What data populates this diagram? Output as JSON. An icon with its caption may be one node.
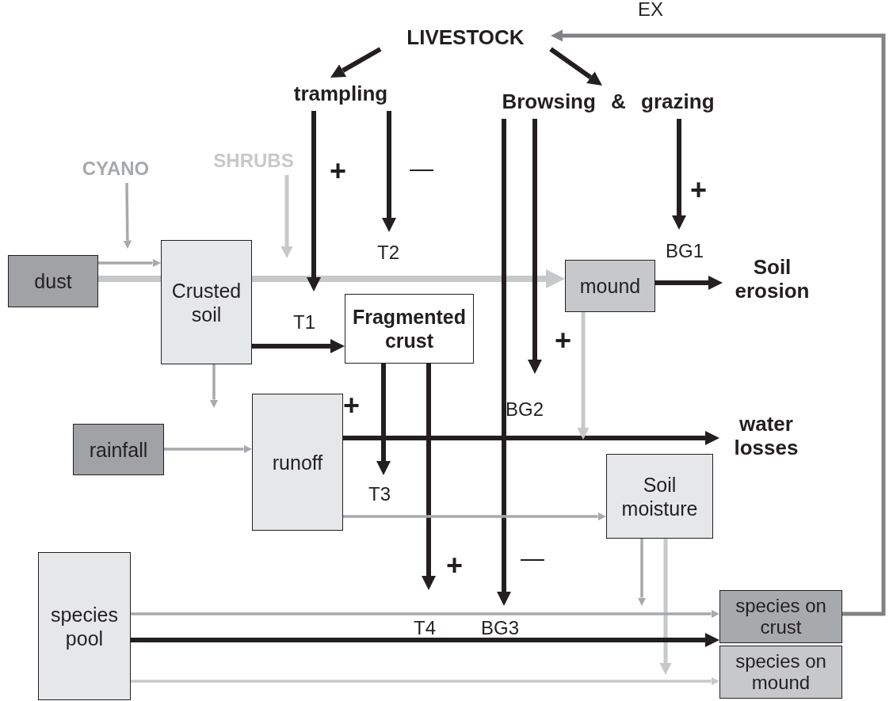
{
  "diagram": {
    "nodes": [
      {
        "text": [
          "LIVESTOCK"
        ]
      },
      {
        "text": [
          "trampling"
        ]
      },
      {
        "text": [
          "Browsing & grazing"
        ]
      },
      {
        "text": [
          "CYANO"
        ]
      },
      {
        "text": [
          "SHRUBS"
        ]
      },
      {
        "text": [
          "dust"
        ]
      },
      {
        "text": [
          "Crusted soil"
        ]
      },
      {
        "text": [
          "mound"
        ]
      },
      {
        "text": [
          "Soil erosion"
        ]
      },
      {
        "text": [
          "Fragmented crust"
        ]
      },
      {
        "text": [
          "rainfall"
        ]
      },
      {
        "text": [
          "runoff"
        ]
      },
      {
        "text": [
          "water losses"
        ]
      },
      {
        "text": [
          "Soil moisture"
        ]
      },
      {
        "text": [
          "species pool"
        ]
      },
      {
        "text": [
          "species on crust"
        ]
      },
      {
        "text": [
          "species on mound"
        ]
      }
    ],
    "edges": [
      {
        "from": 0,
        "to": 1,
        "arrow": "to"
      },
      {
        "from": 0,
        "to": 2,
        "arrow": "to"
      },
      {
        "from": 15,
        "to": 0,
        "arrow": "to",
        "label": "EX",
        "color": "#808285"
      },
      {
        "from": 3,
        "to": null,
        "arrow": "to",
        "color": "#a7a9ac"
      },
      {
        "from": 5,
        "to": 6,
        "arrow": "to",
        "color": "#a7a9ac"
      },
      {
        "from": 5,
        "to": 6,
        "arrow": "none",
        "color": "#c7c8ca"
      },
      {
        "from": 6,
        "to": 7,
        "arrow": "to",
        "color": "#c7c8ca"
      },
      {
        "from": 4,
        "to": null,
        "arrow": "to",
        "color": "#c7c8ca"
      },
      {
        "from": 1,
        "to": null,
        "arrow": "to"
      },
      {
        "from": 1,
        "to": null,
        "arrow": "to"
      },
      {
        "from": 2,
        "to": null,
        "arrow": "to"
      },
      {
        "from": 2,
        "to": null,
        "arrow": "to"
      },
      {
        "from": 2,
        "to": null,
        "arrow": "to"
      },
      {
        "from": 6,
        "to": 9,
        "arrow": "to"
      },
      {
        "from": 7,
        "to": 8,
        "arrow": "to"
      },
      {
        "from": 6,
        "to": null,
        "arrow": "to",
        "color": "#a7a9ac"
      },
      {
        "from": 10,
        "to": 11,
        "arrow": "to",
        "color": "#a7a9ac"
      },
      {
        "from": 11,
        "to": 12,
        "arrow": "to"
      },
      {
        "from": 7,
        "to": null,
        "arrow": "to",
        "color": "#c7c8ca"
      },
      {
        "from": 9,
        "to": null,
        "arrow": "to"
      },
      {
        "from": 9,
        "to": null,
        "arrow": "to"
      },
      {
        "from": 11,
        "to": 13,
        "arrow": "to",
        "color": "#a7a9ac"
      },
      {
        "from": 13,
        "to": null,
        "arrow": "to",
        "color": "#a7a9ac"
      },
      {
        "from": 13,
        "to": null,
        "arrow": "to",
        "color": "#c7c8ca"
      },
      {
        "from": 14,
        "to": 15,
        "arrow": "to",
        "color": "#a7a9ac"
      },
      {
        "from": 14,
        "to": 15,
        "arrow": "to"
      },
      {
        "from": 14,
        "to": 16,
        "arrow": "to",
        "color": "#c7c8ca"
      }
    ],
    "labels": [
      "+",
      "—",
      "T2",
      "+",
      "BG1",
      "T1",
      "+",
      "+",
      "BG2",
      "T3",
      "+",
      "—",
      "T4",
      "BG3"
    ]
  }
}
